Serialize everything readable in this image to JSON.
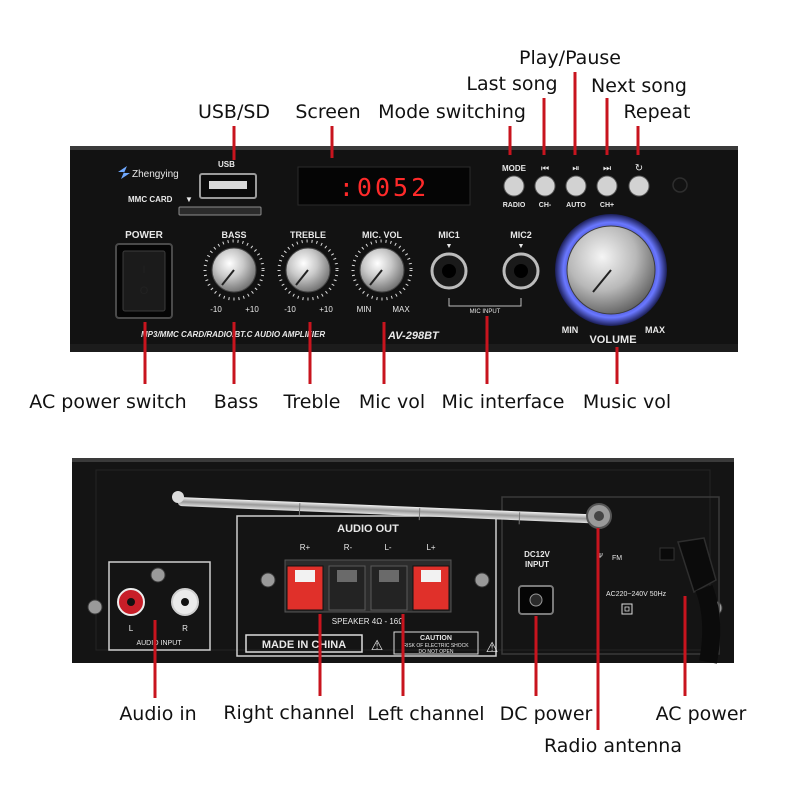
{
  "callouts": {
    "play_pause": "Play/Pause",
    "last_song": "Last song",
    "next_song": "Next song",
    "usb_sd": "USB/SD",
    "screen": "Screen",
    "mode_switching": "Mode switching",
    "repeat": "Repeat",
    "ac_power_switch": "AC power switch",
    "bass": "Bass",
    "treble": "Treble",
    "mic_vol": "Mic vol",
    "mic_interface": "Mic interface",
    "music_vol": "Music vol",
    "audio_in": "Audio in",
    "right_channel": "Right channel",
    "left_channel": "Left channel",
    "dc_power": "DC  power",
    "ac_power": "AC power",
    "radio_antenna": "Radio antenna"
  },
  "front_panel": {
    "brand": "Zhengying",
    "usb": "USB",
    "mmc_card": "MMC CARD",
    "power": "POWER",
    "switch_on": "I",
    "switch_off": "O",
    "display": ":0052",
    "knobs": [
      {
        "label": "BASS",
        "min": "-10",
        "max": "+10"
      },
      {
        "label": "TREBLE",
        "min": "-10",
        "max": "+10"
      },
      {
        "label": "MIC. VOL",
        "min": "MIN",
        "max": "MAX"
      }
    ],
    "mic1": "MIC1",
    "mic2": "MIC2",
    "mic_input": "MIC INPUT",
    "buttons_top": [
      "MODE",
      "",
      "",
      "",
      ""
    ],
    "buttons_bottom": [
      "RADIO",
      "CH-",
      "AUTO",
      "CH+",
      ""
    ],
    "bottom_text": "MP3/MMC CARD/RADIO/BT.C AUDIO AMPLIFIER",
    "model": "AV-298BT",
    "volume_min": "MIN",
    "volume_max": "MAX",
    "volume": "VOLUME"
  },
  "rear_panel": {
    "audio_out": "AUDIO OUT",
    "terminals": [
      "R+",
      "R-",
      "L-",
      "L+"
    ],
    "speaker": "SPEAKER 4Ω - 16Ω",
    "made_in": "MADE IN CHINA",
    "caution": "CAUTION",
    "caution_line1": "RISK OF ELECTRIC SHOCK",
    "caution_line2": "DO NOT OPEN",
    "rca_l": "L",
    "rca_r": "R",
    "audio_input": "AUDIO INPUT",
    "dc_input_1": "DC12V",
    "dc_input_2": "INPUT",
    "fm": "FM",
    "ac_rating": "AC220~240V 50Hz"
  },
  "colors": {
    "leader": "#c8141e",
    "panel": "#111111",
    "display_red": "#ff2a2a",
    "volume_glow": "#5b6cff"
  }
}
